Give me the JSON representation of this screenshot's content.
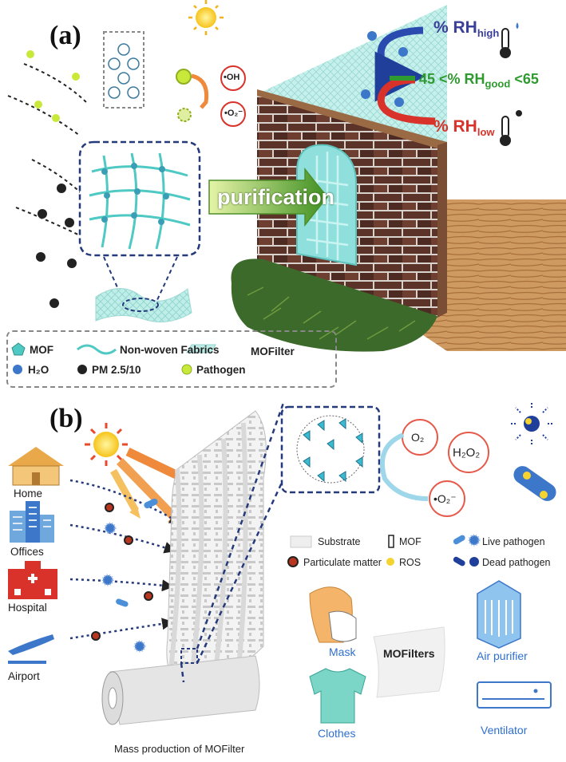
{
  "panel_a": {
    "label": "(a)",
    "rh_high": {
      "prefix": "% RH",
      "sub": "high"
    },
    "rh_good": {
      "prefix": "45 <% RH",
      "sub": "good",
      "suffix": " <65"
    },
    "rh_low": {
      "prefix": "% RH",
      "sub": "low"
    },
    "hydroxyl": "•OH",
    "superoxide": "•O₂⁻",
    "purification": "purification",
    "legend": {
      "mof": "MOF",
      "fabric": "Non-woven Fabrics",
      "mofilter": "MOFilter",
      "water": "H₂O",
      "pm": "PM 2.5/10",
      "pathogen": "Pathogen"
    }
  },
  "panel_b": {
    "label": "(b)",
    "sources": [
      "Home",
      "Offices",
      "Hospital",
      "Airport"
    ],
    "o2": "O₂",
    "h2o2": "H₂O₂",
    "superoxide": "•O₂⁻",
    "legend": {
      "substrate": "Substrate",
      "mof": "MOF",
      "live_pathogen": "Live pathogen",
      "particulate": "Particulate matter",
      "ros": "ROS",
      "dead_pathogen": "Dead pathogen"
    },
    "applications": {
      "mask": "Mask",
      "center": "MOFilters",
      "air_purifier": "Air purifier",
      "clothes": "Clothes",
      "ventilator": "Ventilator"
    },
    "caption": "Mass production of MOFilter"
  },
  "colors": {
    "rh_high": "#3a3f9a",
    "rh_good": "#2f9a2f",
    "rh_low": "#d8322a",
    "mof_cyan": "#4fc9c3",
    "brick": "#6a3a2e",
    "window": "#8fe0dc",
    "grass": "#3c6a2a",
    "wood": "#c9925a",
    "arrow_orange": "#ef8a3c",
    "app_blue": "#2e6fd0"
  }
}
